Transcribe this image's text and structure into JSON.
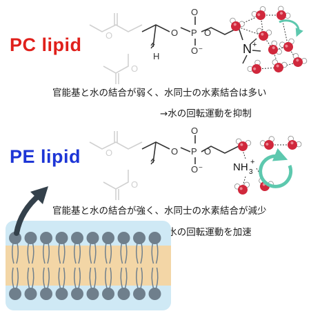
{
  "pc": {
    "title": "PC lipid",
    "title_color": "#e0201b",
    "line1": "官能基と水の結合が弱く、水同士の水素結合は多い",
    "line2": "→水の回転運動を抑制",
    "amine": "N",
    "charge": "+"
  },
  "pe": {
    "title": "PE lipid",
    "title_color": "#1d35d6",
    "line1": "官能基と水の結合が強く、水同士の水素結合が減少",
    "line2": "→水の回転運動を加速",
    "amine": "NH",
    "amine_sub": "3",
    "charge": "+"
  },
  "atoms": {
    "P": "P",
    "O": "O",
    "H": "H",
    "minus": "−"
  },
  "colors": {
    "oxygen": "#d0283c",
    "arrow": "#5dc8ae",
    "membrane_bg": "#cfe9f5",
    "membrane_core": "#f3d6a6",
    "lipid_head": "#6f7f8c",
    "pointer_arrow": "#34414b"
  }
}
